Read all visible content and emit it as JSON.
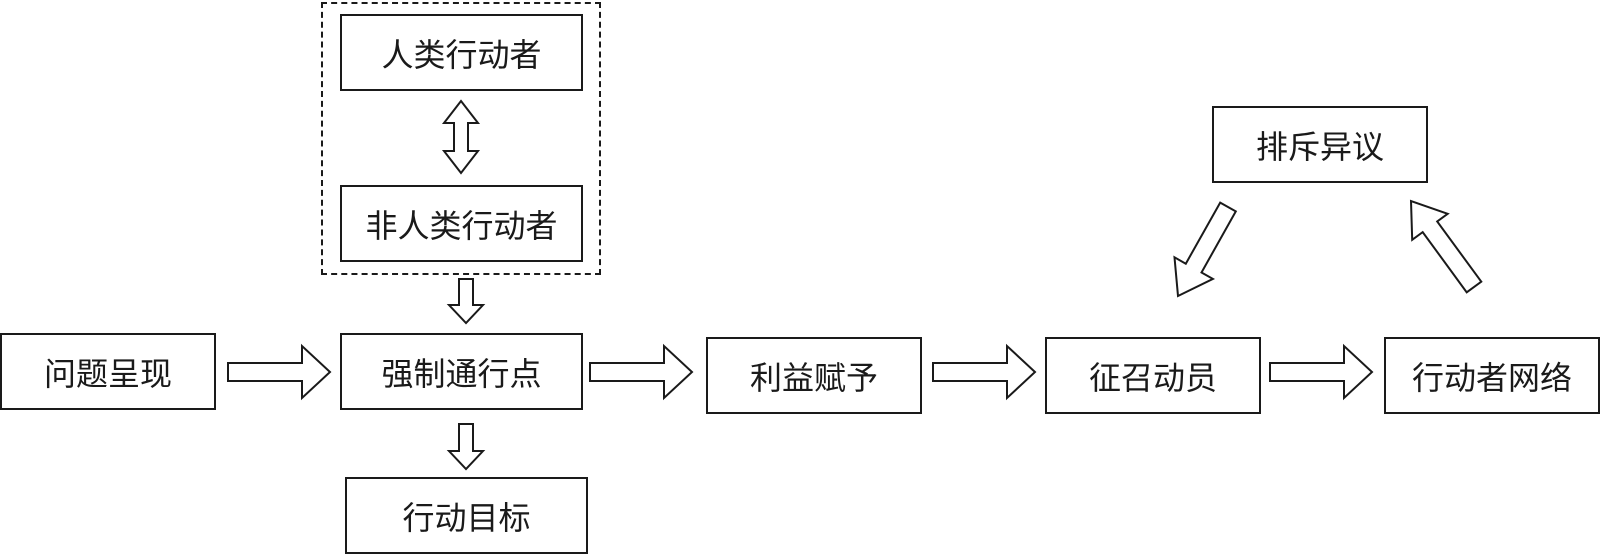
{
  "diagram": {
    "nodes": {
      "human_actor": "人类行动者",
      "nonhuman_actor": "非人类行动者",
      "problematization": "问题呈现",
      "obligatory_passage_point": "强制通行点",
      "action_goal": "行动目标",
      "interessement": "利益赋予",
      "enrolment": "征召动员",
      "actor_network": "行动者网络",
      "dissent": "排斥异议"
    },
    "arrows": [
      {
        "from": "human_actor",
        "to": "nonhuman_actor",
        "bidirectional": true
      },
      {
        "from": "actor_group",
        "to": "obligatory_passage_point"
      },
      {
        "from": "problematization",
        "to": "obligatory_passage_point"
      },
      {
        "from": "obligatory_passage_point",
        "to": "action_goal"
      },
      {
        "from": "obligatory_passage_point",
        "to": "interessement"
      },
      {
        "from": "interessement",
        "to": "enrolment"
      },
      {
        "from": "enrolment",
        "to": "actor_network"
      },
      {
        "from": "actor_network",
        "to": "dissent"
      },
      {
        "from": "dissent",
        "to": "enrolment"
      }
    ],
    "colors": {
      "stroke": "#1a1a1a",
      "fill": "#ffffff"
    }
  }
}
